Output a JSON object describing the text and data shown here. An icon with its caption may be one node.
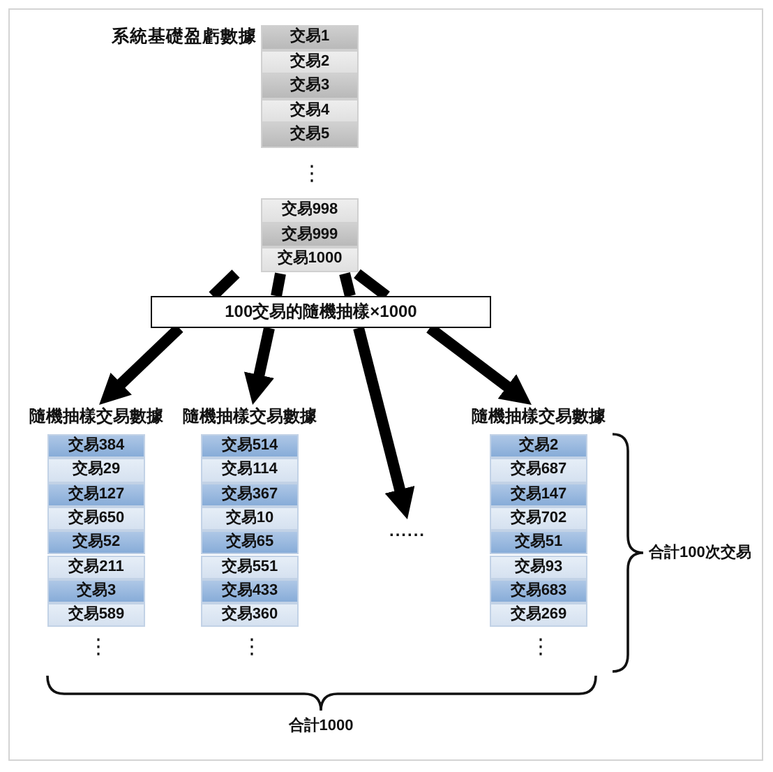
{
  "diagram": {
    "nodes": [
      {
        "text": [
          "系統基礎盈虧數據"
        ],
        "beside": [
          "⋮"
        ]
      },
      {
        "text": [
          "交易1"
        ],
        "in": 0
      },
      {
        "text": [
          "交易2"
        ],
        "in": 0
      },
      {
        "text": [
          "交易3"
        ],
        "in": 0
      },
      {
        "text": [
          "交易4"
        ],
        "in": 0
      },
      {
        "text": [
          "交易5"
        ],
        "in": 0
      },
      {
        "text": [
          "交易998"
        ],
        "in": 0
      },
      {
        "text": [
          "交易999"
        ],
        "in": 0
      },
      {
        "text": [
          "交易1000"
        ],
        "in": 0
      },
      {
        "text": [
          "100交易的隨機抽樣×1000"
        ]
      },
      {
        "text": [
          "隨機抽樣交易數據"
        ],
        "beside": [
          "⋮"
        ]
      },
      {
        "text": [
          "交易384"
        ],
        "in": 10
      },
      {
        "text": [
          "交易29"
        ],
        "in": 10
      },
      {
        "text": [
          "交易127"
        ],
        "in": 10
      },
      {
        "text": [
          "交易650"
        ],
        "in": 10
      },
      {
        "text": [
          "交易52"
        ],
        "in": 10
      },
      {
        "text": [
          "交易211"
        ],
        "in": 10
      },
      {
        "text": [
          "交易3"
        ],
        "in": 10
      },
      {
        "text": [
          "交易589"
        ],
        "in": 10
      },
      {
        "text": [
          "隨機抽樣交易數據"
        ],
        "beside": [
          "⋮"
        ]
      },
      {
        "text": [
          "交易514"
        ],
        "in": 19
      },
      {
        "text": [
          "交易114"
        ],
        "in": 19
      },
      {
        "text": [
          "交易367"
        ],
        "in": 19
      },
      {
        "text": [
          "交易10"
        ],
        "in": 19
      },
      {
        "text": [
          "交易65"
        ],
        "in": 19
      },
      {
        "text": [
          "交易551"
        ],
        "in": 19
      },
      {
        "text": [
          "交易433"
        ],
        "in": 19
      },
      {
        "text": [
          "交易360"
        ],
        "in": 19
      },
      {
        "text": [
          "......"
        ]
      },
      {
        "text": [
          "隨機抽樣交易數據"
        ],
        "beside": [
          "⋮"
        ]
      },
      {
        "text": [
          "交易2"
        ],
        "in": 29
      },
      {
        "text": [
          "交易687"
        ],
        "in": 29
      },
      {
        "text": [
          "交易147"
        ],
        "in": 29
      },
      {
        "text": [
          "交易702"
        ],
        "in": 29
      },
      {
        "text": [
          "交易51"
        ],
        "in": 29
      },
      {
        "text": [
          "交易93"
        ],
        "in": 29
      },
      {
        "text": [
          "交易683"
        ],
        "in": 29
      },
      {
        "text": [
          "交易269"
        ],
        "in": 29
      }
    ],
    "edges": [
      {
        "from": 0,
        "to": 9,
        "arrow": "none"
      },
      {
        "from": 0,
        "to": 9,
        "arrow": "none"
      },
      {
        "from": 0,
        "to": 9,
        "arrow": "none"
      },
      {
        "from": 0,
        "to": 9,
        "arrow": "none"
      },
      {
        "from": 9,
        "to": 10,
        "arrow": "to"
      },
      {
        "from": 9,
        "to": 19,
        "arrow": "to"
      },
      {
        "from": 9,
        "to": 28,
        "arrow": "to"
      },
      {
        "from": 9,
        "to": 29,
        "arrow": "to"
      }
    ],
    "labels": [
      "合計100次交易",
      "合計1000"
    ]
  }
}
